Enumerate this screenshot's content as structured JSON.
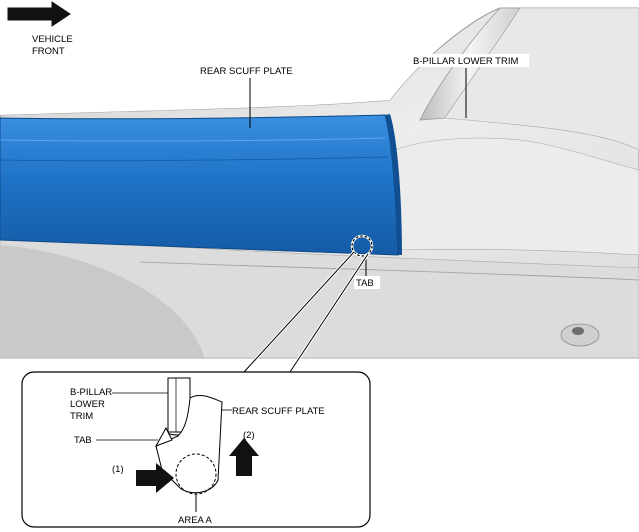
{
  "labels": {
    "vehicle_front_line1": "VEHICLE",
    "vehicle_front_line2": "FRONT",
    "rear_scuff_plate": "REAR SCUFF PLATE",
    "b_pillar_lower_trim": "B-PILLAR LOWER TRIM",
    "tab": "TAB"
  },
  "detail": {
    "b_pillar_line1": "B-PILLAR",
    "b_pillar_line2": "LOWER",
    "b_pillar_line3": "TRIM",
    "rear_scuff_plate": "REAR SCUFF PLATE",
    "tab": "TAB",
    "step1": "(1)",
    "step2": "(2)",
    "area": "AREA A"
  },
  "colors": {
    "scuff_plate": "#1f74c8",
    "body_panel": "#e4e4e4",
    "arrow": "#111111"
  },
  "icons": [
    "vehicle-front-arrow-icon",
    "push-arrow-icon",
    "lift-arrow-icon"
  ]
}
